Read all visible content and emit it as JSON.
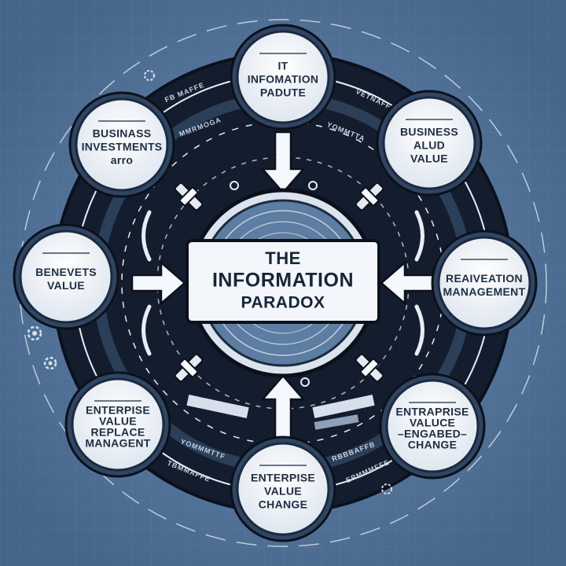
{
  "center": {
    "lines": [
      "THE",
      "INFORMATION",
      "PARADOX"
    ]
  },
  "nodes": [
    {
      "id": "it-information",
      "lines": [
        "IT",
        "INFOMATION",
        "PADUTE"
      ]
    },
    {
      "id": "business-value",
      "lines": [
        "BUSINESS",
        "ALUD",
        "VALUE"
      ]
    },
    {
      "id": "reaivation-management",
      "lines": [
        "REAIVEATION",
        "MANAGEMENT"
      ]
    },
    {
      "id": "enterprise-engaged-change",
      "lines": [
        "ENTRAPRISE",
        "VALUCE",
        "–ENGABED–",
        "CHANGE"
      ]
    },
    {
      "id": "enterprise-value-change",
      "lines": [
        "ENTERPISE",
        "VALUE",
        "CHANGE"
      ]
    },
    {
      "id": "enterprise-replace",
      "lines": [
        "ENTERPISE",
        "VALUE",
        "REPLACE",
        "MANAGENT"
      ]
    },
    {
      "id": "benefits-value",
      "lines": [
        "BENEVETS",
        "VALUE"
      ]
    },
    {
      "id": "business-investments",
      "lines": [
        "BUSINASS",
        "INVESTMENTS",
        "arro"
      ]
    }
  ],
  "ring_labels": {
    "top_left": "FB MAFFE",
    "top_right": "VETNAFFE",
    "inner_left": "MMRMOGA",
    "inner_right": "YOMMTTA",
    "bottom_left": "YOMMMTTF",
    "bottom_right": "RBBBAFFB",
    "bottom_left_outer": "TBMMAFFE",
    "bottom_right_outer": "EPMMMFFE"
  },
  "colors": {
    "background": "#4f6f93",
    "ring_dark": "#141d2d",
    "ring_band": "#2c3f58",
    "node_border": "#233650",
    "node_fill": "#f1f4f8"
  }
}
